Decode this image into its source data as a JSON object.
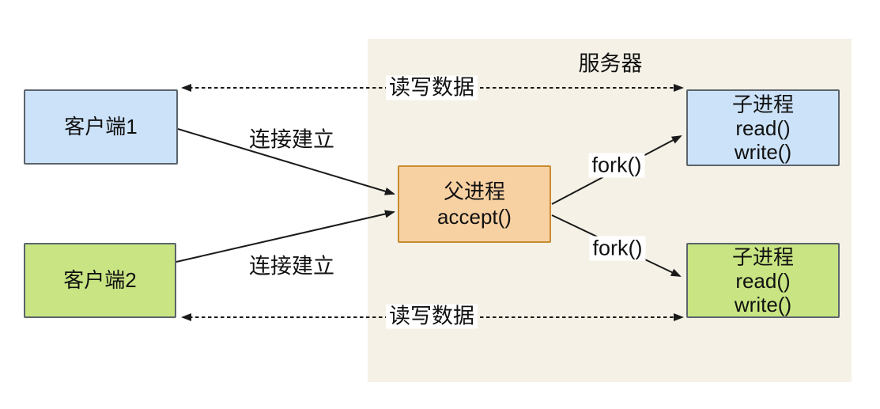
{
  "diagram": {
    "server_region_label": "服务器",
    "nodes": {
      "client1": {
        "label": "客户端1"
      },
      "client2": {
        "label": "客户端2"
      },
      "parent": {
        "lines": [
          "父进程",
          "accept()"
        ]
      },
      "child1": {
        "lines": [
          "子进程",
          "read()",
          "write()"
        ]
      },
      "child2": {
        "lines": [
          "子进程",
          "read()",
          "write()"
        ]
      }
    },
    "edge_labels": {
      "rw_top": "读写数据",
      "rw_bottom": "读写数据",
      "conn_top": "连接建立",
      "conn_bottom": "连接建立",
      "fork_top": "fork()",
      "fork_bottom": "fork()"
    },
    "colors": {
      "canvas_bg": "#ffffff",
      "server_region_bg": "#f5f1e6",
      "client_blue_fill": "#cce2f8",
      "client_green_fill": "#c9e583",
      "parent_orange_fill": "#f8d1a2",
      "parent_orange_border": "#c98c30",
      "box_border_gray": "#5b646c",
      "arrow_line": "#1a1a1a"
    }
  }
}
